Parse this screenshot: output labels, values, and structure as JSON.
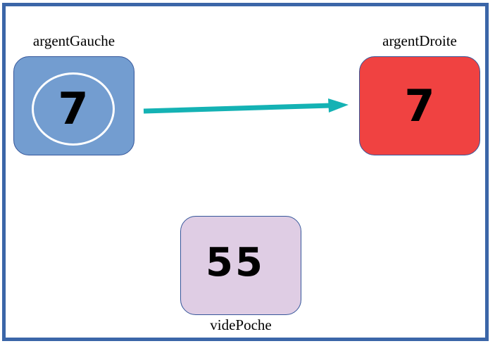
{
  "colors": {
    "frame": "#3b66a8",
    "left_box": "#739dd0",
    "right_box": "#f04241",
    "bottom_box": "#dfcde4",
    "arrow": "#14b2b4"
  },
  "left": {
    "label": "argentGauche",
    "value": "7"
  },
  "right": {
    "label": "argentDroite",
    "value": "7"
  },
  "bottom": {
    "label": "videPoche",
    "value": "55"
  }
}
